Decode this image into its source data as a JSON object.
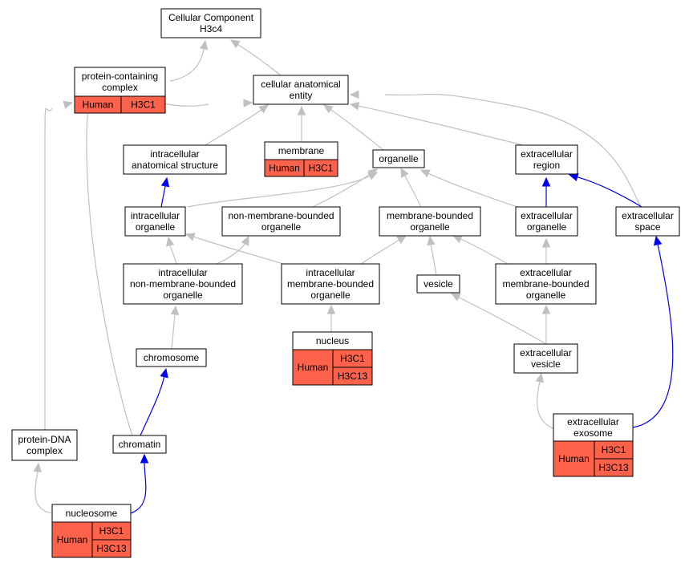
{
  "colors": {
    "annotation_fill": "#ff624a",
    "edge_is_a": "#c0c0c0",
    "edge_part_of": "#0000ee",
    "node_fill": "#ffffff",
    "node_border": "#000000"
  },
  "nodes": {
    "root": {
      "lines": [
        "Cellular Component",
        "H3c4"
      ]
    },
    "protein_containing_complex": {
      "lines": [
        "protein-containing",
        "complex"
      ],
      "annotation": {
        "species": "Human",
        "genes": [
          "H3C1"
        ]
      }
    },
    "cellular_anatomical_entity": {
      "lines": [
        "cellular anatomical",
        "entity"
      ]
    },
    "intracellular_anatomical_structure": {
      "lines": [
        "intracellular",
        "anatomical structure"
      ]
    },
    "membrane": {
      "lines": [
        "membrane"
      ],
      "annotation": {
        "species": "Human",
        "genes": [
          "H3C1"
        ]
      }
    },
    "organelle": {
      "lines": [
        "organelle"
      ]
    },
    "extracellular_region": {
      "lines": [
        "extracellular",
        "region"
      ]
    },
    "intracellular_organelle": {
      "lines": [
        "intracellular",
        "organelle"
      ]
    },
    "non_membrane_bounded_organelle": {
      "lines": [
        "non-membrane-bounded",
        "organelle"
      ]
    },
    "membrane_bounded_organelle": {
      "lines": [
        "membrane-bounded",
        "organelle"
      ]
    },
    "extracellular_organelle": {
      "lines": [
        "extracellular",
        "organelle"
      ]
    },
    "extracellular_space": {
      "lines": [
        "extracellular",
        "space"
      ]
    },
    "intracellular_nmb_organelle": {
      "lines": [
        "intracellular",
        "non-membrane-bounded",
        "organelle"
      ]
    },
    "intracellular_mb_organelle": {
      "lines": [
        "intracellular",
        "membrane-bounded",
        "organelle"
      ]
    },
    "vesicle": {
      "lines": [
        "vesicle"
      ]
    },
    "extracellular_mb_organelle": {
      "lines": [
        "extracellular",
        "membrane-bounded",
        "organelle"
      ]
    },
    "nucleus": {
      "lines": [
        "nucleus"
      ],
      "annotation": {
        "species": "Human",
        "genes": [
          "H3C1",
          "H3C13"
        ]
      }
    },
    "chromosome": {
      "lines": [
        "chromosome"
      ]
    },
    "extracellular_vesicle": {
      "lines": [
        "extracellular",
        "vesicle"
      ]
    },
    "protein_dna_complex": {
      "lines": [
        "protein-DNA",
        "complex"
      ]
    },
    "chromatin": {
      "lines": [
        "chromatin"
      ]
    },
    "extracellular_exosome": {
      "lines": [
        "extracellular",
        "exosome"
      ],
      "annotation": {
        "species": "Human",
        "genes": [
          "H3C1",
          "H3C13"
        ]
      }
    },
    "nucleosome": {
      "lines": [
        "nucleosome"
      ],
      "annotation": {
        "species": "Human",
        "genes": [
          "H3C1",
          "H3C13"
        ]
      }
    }
  },
  "edges": [
    {
      "from": "protein_containing_complex",
      "to": "root",
      "type": "is_a"
    },
    {
      "from": "cellular_anatomical_entity",
      "to": "root",
      "type": "is_a"
    },
    {
      "from": "intracellular_anatomical_structure",
      "to": "cellular_anatomical_entity",
      "type": "is_a"
    },
    {
      "from": "membrane",
      "to": "cellular_anatomical_entity",
      "type": "is_a"
    },
    {
      "from": "organelle",
      "to": "cellular_anatomical_entity",
      "type": "is_a"
    },
    {
      "from": "extracellular_region",
      "to": "cellular_anatomical_entity",
      "type": "is_a"
    },
    {
      "from": "extracellular_space",
      "to": "cellular_anatomical_entity",
      "type": "is_a"
    },
    {
      "from": "chromatin",
      "to": "cellular_anatomical_entity",
      "type": "is_a"
    },
    {
      "from": "intracellular_organelle",
      "to": "intracellular_anatomical_structure",
      "type": "part_of"
    },
    {
      "from": "intracellular_organelle",
      "to": "organelle",
      "type": "is_a"
    },
    {
      "from": "non_membrane_bounded_organelle",
      "to": "organelle",
      "type": "is_a"
    },
    {
      "from": "membrane_bounded_organelle",
      "to": "organelle",
      "type": "is_a"
    },
    {
      "from": "extracellular_organelle",
      "to": "organelle",
      "type": "is_a"
    },
    {
      "from": "extracellular_organelle",
      "to": "extracellular_region",
      "type": "part_of"
    },
    {
      "from": "extracellular_space",
      "to": "extracellular_region",
      "type": "part_of"
    },
    {
      "from": "intracellular_nmb_organelle",
      "to": "intracellular_organelle",
      "type": "is_a"
    },
    {
      "from": "intracellular_nmb_organelle",
      "to": "non_membrane_bounded_organelle",
      "type": "is_a"
    },
    {
      "from": "intracellular_mb_organelle",
      "to": "intracellular_organelle",
      "type": "is_a"
    },
    {
      "from": "intracellular_mb_organelle",
      "to": "membrane_bounded_organelle",
      "type": "is_a"
    },
    {
      "from": "vesicle",
      "to": "membrane_bounded_organelle",
      "type": "is_a"
    },
    {
      "from": "extracellular_mb_organelle",
      "to": "membrane_bounded_organelle",
      "type": "is_a"
    },
    {
      "from": "extracellular_mb_organelle",
      "to": "extracellular_organelle",
      "type": "is_a"
    },
    {
      "from": "nucleus",
      "to": "intracellular_mb_organelle",
      "type": "is_a"
    },
    {
      "from": "chromosome",
      "to": "intracellular_nmb_organelle",
      "type": "is_a"
    },
    {
      "from": "extracellular_vesicle",
      "to": "vesicle",
      "type": "is_a"
    },
    {
      "from": "extracellular_vesicle",
      "to": "extracellular_mb_organelle",
      "type": "is_a"
    },
    {
      "from": "chromatin",
      "to": "chromosome",
      "type": "part_of"
    },
    {
      "from": "protein_dna_complex",
      "to": "protein_containing_complex",
      "type": "is_a"
    },
    {
      "from": "extracellular_exosome",
      "to": "extracellular_vesicle",
      "type": "is_a"
    },
    {
      "from": "extracellular_exosome",
      "to": "extracellular_space",
      "type": "part_of"
    },
    {
      "from": "nucleosome",
      "to": "protein_dna_complex",
      "type": "is_a"
    },
    {
      "from": "nucleosome",
      "to": "chromatin",
      "type": "part_of"
    }
  ]
}
